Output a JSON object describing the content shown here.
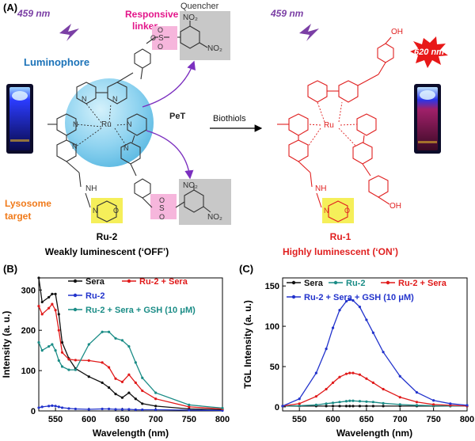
{
  "panel_A": {
    "label": "(A)",
    "left": {
      "wavelength": "459 nm",
      "responsive_linker": [
        "Responsive",
        "linker"
      ],
      "quencher": "Quencher",
      "luminophore": "Luminophore",
      "lysosome_target": [
        "Lysosome",
        "target"
      ],
      "pet": "PeT",
      "ru_label": "Ru",
      "n_label": "N",
      "nh_label": "NH",
      "no2": "NO₂",
      "so2_o": "O",
      "so2_s": "S",
      "compound": "Ru-2",
      "state": "Weakly luminescent (‘OFF’)"
    },
    "arrow_label": "Biothiols",
    "right": {
      "wavelength": "459 nm",
      "emission": "620 nm",
      "oh": "OH",
      "compound": "Ru-1",
      "state": "Highly luminescent (‘ON’)"
    },
    "colors": {
      "wavelength": "#7b3fa5",
      "linker": "#e3168a",
      "luminophore": "#1b72b8",
      "lysosome": "#f07a1a",
      "ru1": "#e02020",
      "sphere": "#8fd3f0",
      "quencher_box": "#c8c8c8",
      "linker_box": "#f6b6dc",
      "morpholine_box": "#f5ef5a"
    }
  },
  "panel_B": {
    "label": "(B)",
    "chart_data": {
      "type": "line",
      "xlabel": "Wavelength (nm)",
      "ylabel": "Intensity (a. u.)",
      "xlim": [
        525,
        800
      ],
      "ylim": [
        0,
        330
      ],
      "xticks": [
        550,
        600,
        650,
        700,
        750,
        800
      ],
      "yticks": [
        0,
        100,
        200,
        300
      ],
      "x": [
        525,
        530,
        540,
        545,
        550,
        555,
        560,
        570,
        580,
        600,
        620,
        630,
        640,
        650,
        660,
        670,
        680,
        700,
        750,
        800
      ],
      "series": [
        {
          "name": "Sera",
          "color": "#111111",
          "values": [
            330,
            270,
            282,
            290,
            290,
            240,
            170,
            130,
            105,
            85,
            70,
            58,
            42,
            33,
            45,
            30,
            18,
            12,
            5,
            3
          ]
        },
        {
          "name": "Ru-2",
          "color": "#2233cc",
          "values": [
            8,
            10,
            12,
            13,
            12,
            10,
            8,
            6,
            5,
            4,
            5,
            5,
            4,
            4,
            4,
            3,
            3,
            3,
            2,
            1
          ]
        },
        {
          "name": "Ru-2 + Sera",
          "color": "#e01a1a",
          "values": [
            260,
            240,
            255,
            265,
            250,
            200,
            145,
            128,
            126,
            125,
            120,
            108,
            80,
            72,
            90,
            70,
            50,
            30,
            10,
            5
          ]
        },
        {
          "name": "Ru-2 + Sera + GSH (10 μM)",
          "color": "#1a8c86",
          "values": [
            170,
            150,
            160,
            165,
            150,
            125,
            110,
            102,
            102,
            165,
            196,
            196,
            180,
            175,
            160,
            120,
            82,
            45,
            15,
            7
          ]
        }
      ]
    }
  },
  "panel_C": {
    "label": "(C)",
    "chart_data": {
      "type": "line",
      "xlabel": "Wavelength (nm)",
      "ylabel": "TGL Intensity (a. u.)",
      "xlim": [
        525,
        800
      ],
      "ylim": [
        -5,
        160
      ],
      "xticks": [
        550,
        600,
        650,
        700,
        750,
        800
      ],
      "yticks": [
        0,
        50,
        100,
        150
      ],
      "x": [
        525,
        550,
        575,
        590,
        600,
        610,
        620,
        625,
        630,
        640,
        650,
        660,
        675,
        700,
        725,
        750,
        775,
        800
      ],
      "series": [
        {
          "name": "Sera",
          "color": "#111111",
          "values": [
            1,
            1,
            1,
            1,
            1,
            1,
            1,
            1,
            1,
            1,
            1,
            1,
            1,
            1,
            1,
            1,
            1,
            1
          ]
        },
        {
          "name": "Ru-2",
          "color": "#1a8c86",
          "values": [
            1,
            1.5,
            2.5,
            4,
            5,
            6,
            7,
            7.5,
            7.5,
            7,
            6.5,
            6,
            4.5,
            3,
            2,
            1.5,
            1,
            1
          ]
        },
        {
          "name": "Ru-2 + Sera",
          "color": "#e01a1a",
          "values": [
            1,
            4,
            13,
            22,
            30,
            37,
            41,
            42,
            42,
            40,
            35,
            30,
            22,
            12,
            6,
            3,
            2,
            1
          ]
        },
        {
          "name": "Ru-2 + Sera + GSH (10 μM)",
          "color": "#2233cc",
          "values": [
            1,
            10,
            42,
            72,
            98,
            120,
            131,
            133,
            132,
            124,
            108,
            92,
            68,
            38,
            18,
            8,
            4,
            2
          ]
        }
      ]
    }
  }
}
